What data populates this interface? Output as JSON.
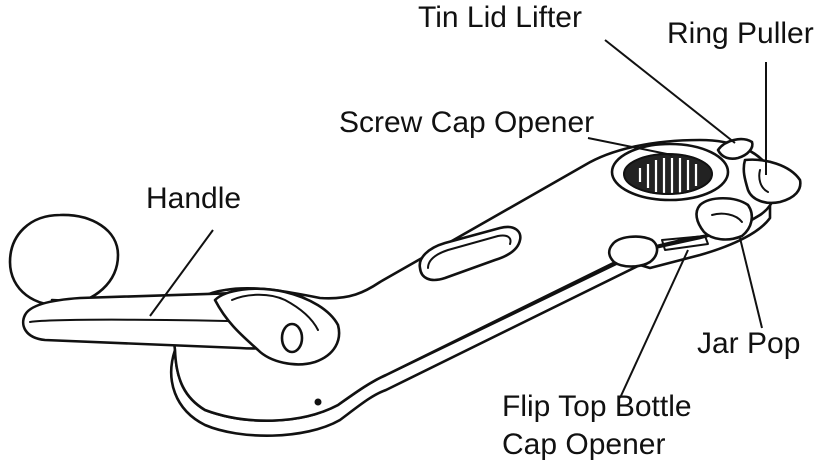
{
  "labels": {
    "tin_lid_lifter": "Tin Lid Lifter",
    "ring_puller": "Ring Puller",
    "screw_cap_opener": "Screw Cap Opener",
    "handle": "Handle",
    "jar_pop": "Jar Pop",
    "flip_top_line1": "Flip Top Bottle",
    "flip_top_line2": "Cap Opener"
  },
  "colors": {
    "stroke": "#111111",
    "background": "#ffffff"
  }
}
